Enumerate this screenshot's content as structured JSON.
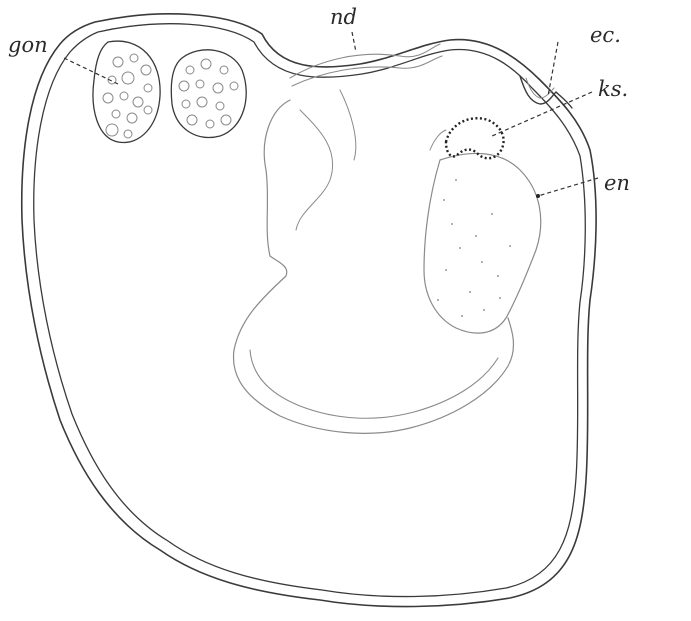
{
  "labels": {
    "gonad": "gon",
    "nerve": "nd",
    "ectoderm": "ec.",
    "ks": "ks.",
    "endoderm": "en"
  }
}
